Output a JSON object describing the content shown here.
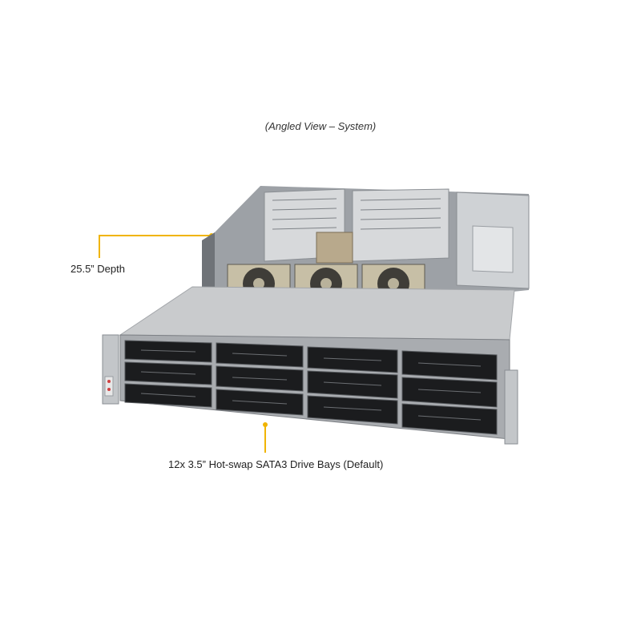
{
  "view_caption": "(Angled View – System)",
  "callouts": {
    "depth": "25.5” Depth",
    "drive_bays": "12x 3.5” Hot-swap  SATA3 Drive Bays (Default)"
  },
  "colors": {
    "callout_line": "#f0b400",
    "chassis_top": "#c9cbcd",
    "drive_tray": "#1b1c1e"
  },
  "drive_bays": {
    "columns": 4,
    "rows": 3,
    "count": 12
  },
  "fans": {
    "count": 3
  }
}
